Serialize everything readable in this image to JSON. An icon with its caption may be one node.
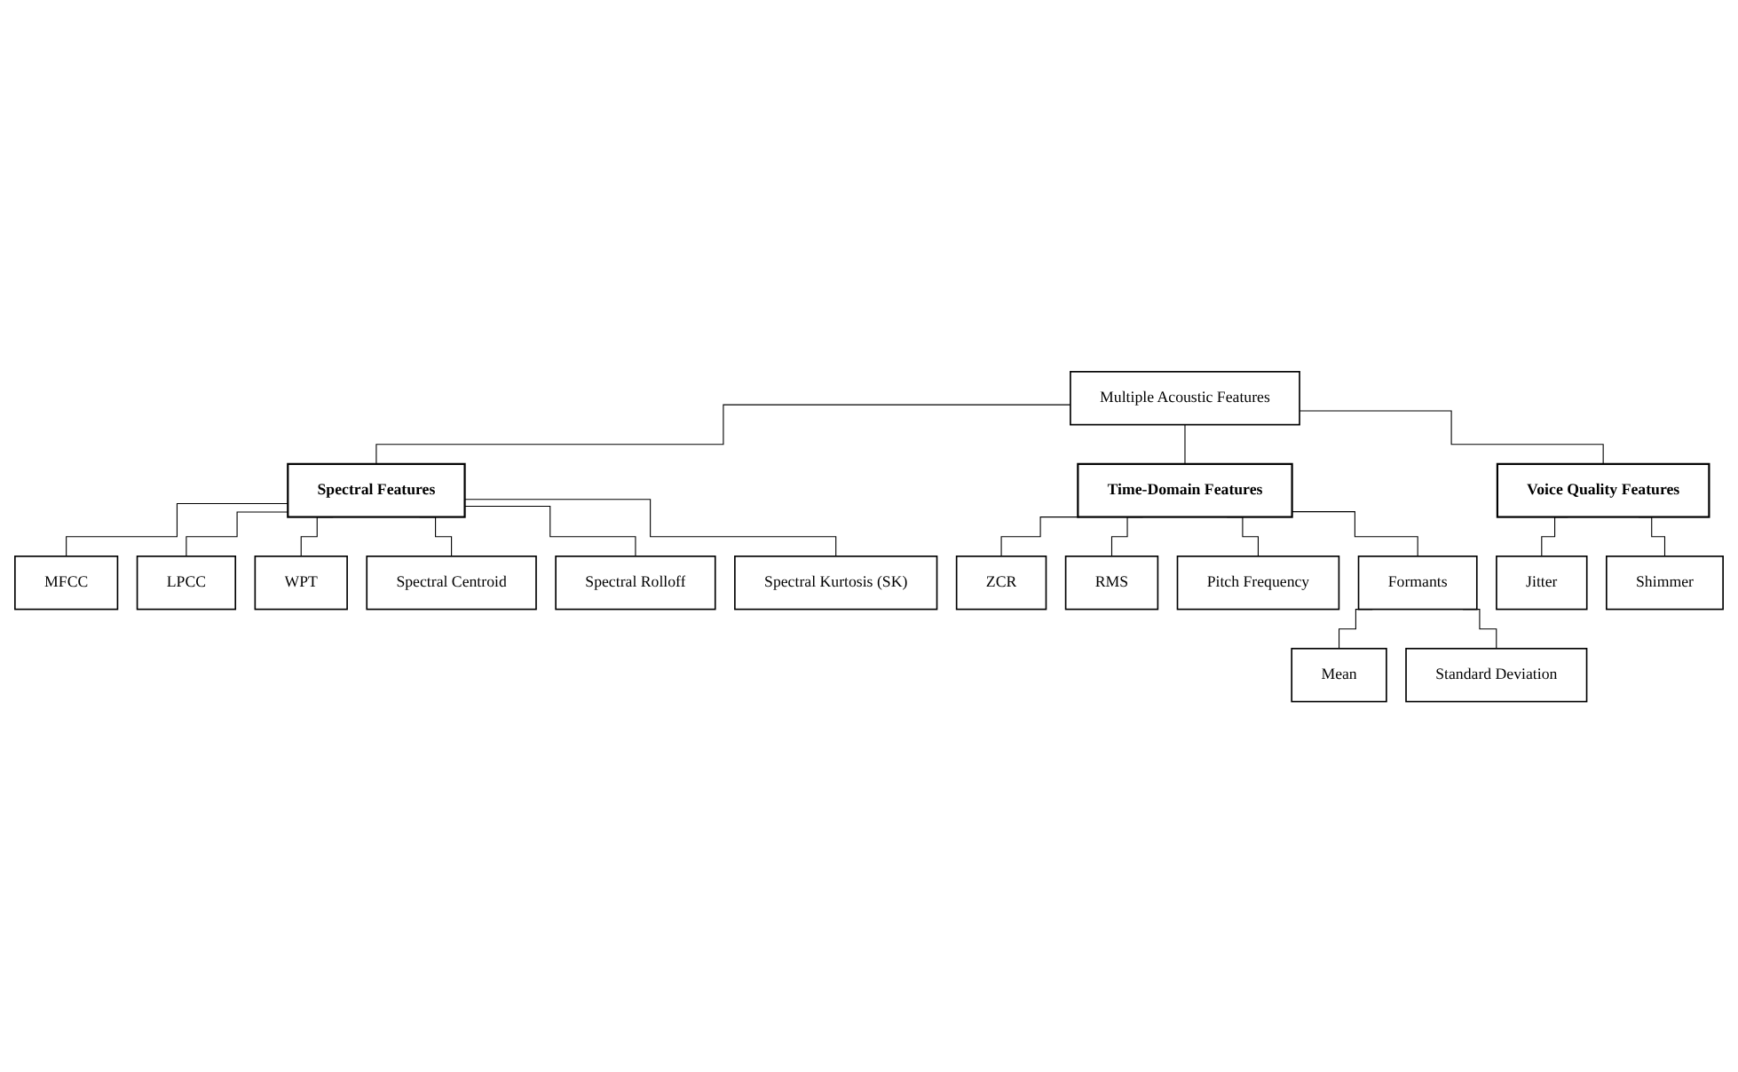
{
  "diagram": {
    "nodes": [
      {
        "text": [
          "Multiple Acoustic Features"
        ]
      },
      {
        "text": [
          "Spectral Features"
        ]
      },
      {
        "text": [
          "Time-Domain Features"
        ]
      },
      {
        "text": [
          "Voice Quality Features"
        ]
      },
      {
        "text": [
          "MFCC"
        ]
      },
      {
        "text": [
          "LPCC"
        ]
      },
      {
        "text": [
          "WPT"
        ]
      },
      {
        "text": [
          "Spectral Centroid"
        ]
      },
      {
        "text": [
          "Spectral Rolloff"
        ]
      },
      {
        "text": [
          "Spectral Kurtosis (SK)"
        ]
      },
      {
        "text": [
          "ZCR"
        ]
      },
      {
        "text": [
          "RMS"
        ]
      },
      {
        "text": [
          "Pitch Frequency"
        ]
      },
      {
        "text": [
          "Formants"
        ]
      },
      {
        "text": [
          "Mean"
        ]
      },
      {
        "text": [
          "Standard Deviation"
        ]
      },
      {
        "text": [
          "Jitter"
        ]
      },
      {
        "text": [
          "Shimmer"
        ]
      }
    ],
    "edges": [
      {
        "from": 0,
        "to": 1,
        "arrow": "none"
      },
      {
        "from": 0,
        "to": 2,
        "arrow": "none"
      },
      {
        "from": 0,
        "to": 3,
        "arrow": "none"
      },
      {
        "from": 1,
        "to": 4,
        "arrow": "none"
      },
      {
        "from": 1,
        "to": 5,
        "arrow": "none"
      },
      {
        "from": 1,
        "to": 6,
        "arrow": "none"
      },
      {
        "from": 1,
        "to": 7,
        "arrow": "none"
      },
      {
        "from": 1,
        "to": 8,
        "arrow": "none"
      },
      {
        "from": 1,
        "to": 9,
        "arrow": "none"
      },
      {
        "from": 2,
        "to": 10,
        "arrow": "none"
      },
      {
        "from": 2,
        "to": 11,
        "arrow": "none"
      },
      {
        "from": 2,
        "to": 12,
        "arrow": "none"
      },
      {
        "from": 2,
        "to": 13,
        "arrow": "none"
      },
      {
        "from": 13,
        "to": 14,
        "arrow": "none"
      },
      {
        "from": 13,
        "to": 15,
        "arrow": "none"
      },
      {
        "from": 3,
        "to": 16,
        "arrow": "none"
      },
      {
        "from": 3,
        "to": 17,
        "arrow": "none"
      }
    ]
  }
}
